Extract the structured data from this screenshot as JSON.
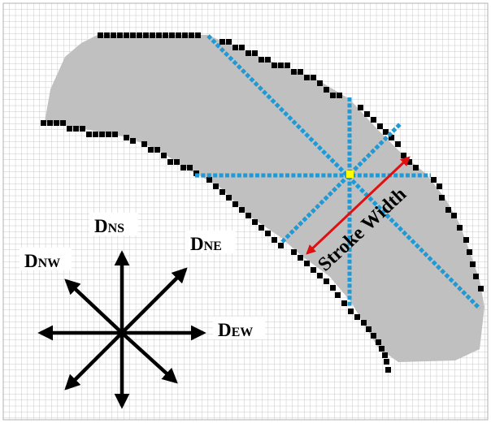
{
  "figure": {
    "direction_labels": {
      "ns": {
        "main": "D",
        "sub": "NS"
      },
      "ne": {
        "main": "D",
        "sub": "NE"
      },
      "nw": {
        "main": "D",
        "sub": "NW"
      },
      "ew": {
        "main": "D",
        "sub": "EW"
      }
    },
    "stroke_width_label": "Stroke Width",
    "colors": {
      "grid": "#c8c8c8",
      "stroke_fill": "#c0c0c0",
      "boundary_pixels": "#000000",
      "scan_lines": "#1e9ad6",
      "center_point": "#ffff00",
      "width_arrow": "#e01010",
      "compass_arrows": "#000000"
    }
  }
}
